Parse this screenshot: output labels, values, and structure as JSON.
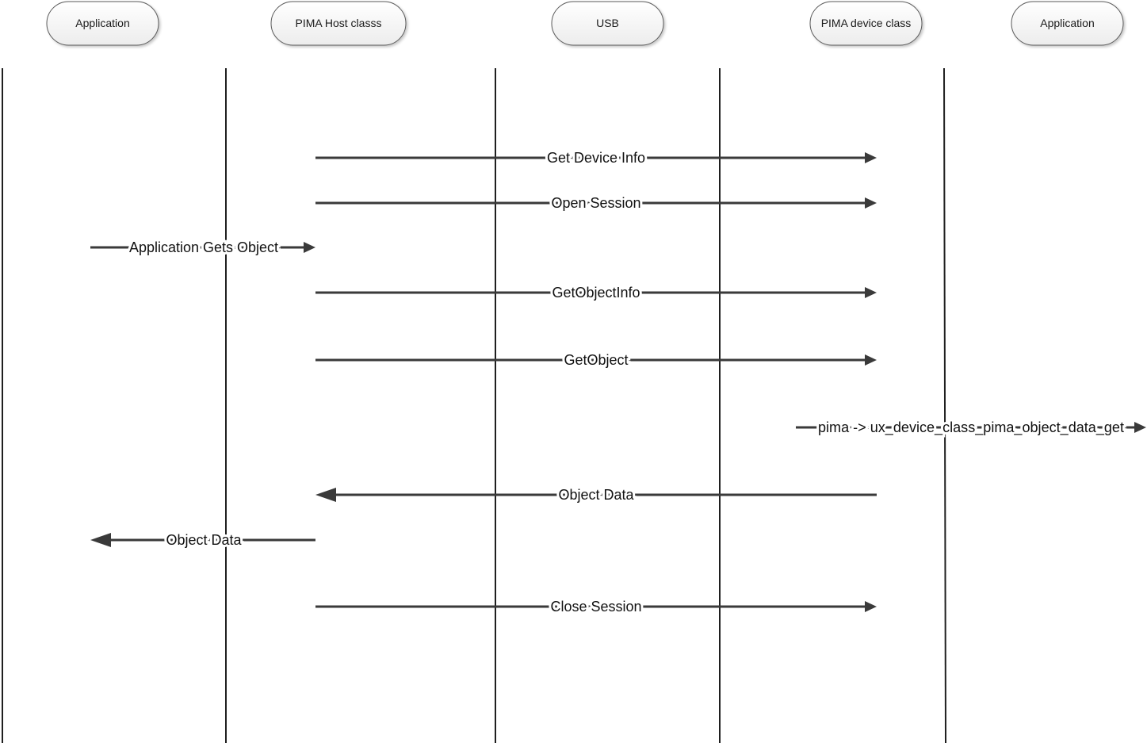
{
  "actors": [
    {
      "id": "app-host",
      "label": "Application"
    },
    {
      "id": "pima-host",
      "label": "PIMA Host classs"
    },
    {
      "id": "usb",
      "label": "USB"
    },
    {
      "id": "pima-device",
      "label": "PIMA device class"
    },
    {
      "id": "app-device",
      "label": "Application"
    }
  ],
  "messages": [
    {
      "id": "get-device-info",
      "label": "Get Device Info",
      "direction": "right"
    },
    {
      "id": "open-session",
      "label": "Open Session",
      "direction": "right"
    },
    {
      "id": "application-gets-object",
      "label": "Application Gets Object",
      "direction": "right"
    },
    {
      "id": "get-object-info",
      "label": "GetObjectInfo",
      "direction": "right"
    },
    {
      "id": "get-object",
      "label": "GetObject",
      "direction": "right"
    },
    {
      "id": "pima-object-data-get",
      "label": "pima -> ux_device_class_pima_object_data_get",
      "direction": "right"
    },
    {
      "id": "object-data-device",
      "label": "Object Data",
      "direction": "left"
    },
    {
      "id": "object-data-host",
      "label": "Object Data",
      "direction": "left"
    },
    {
      "id": "close-session",
      "label": "Close Session",
      "direction": "right"
    }
  ],
  "colors": {
    "lifeline": "#1f1f1f",
    "arrow": "#3a3a3a",
    "actor_border": "#5a5a5a",
    "actor_fill": "#f3f3f3"
  }
}
